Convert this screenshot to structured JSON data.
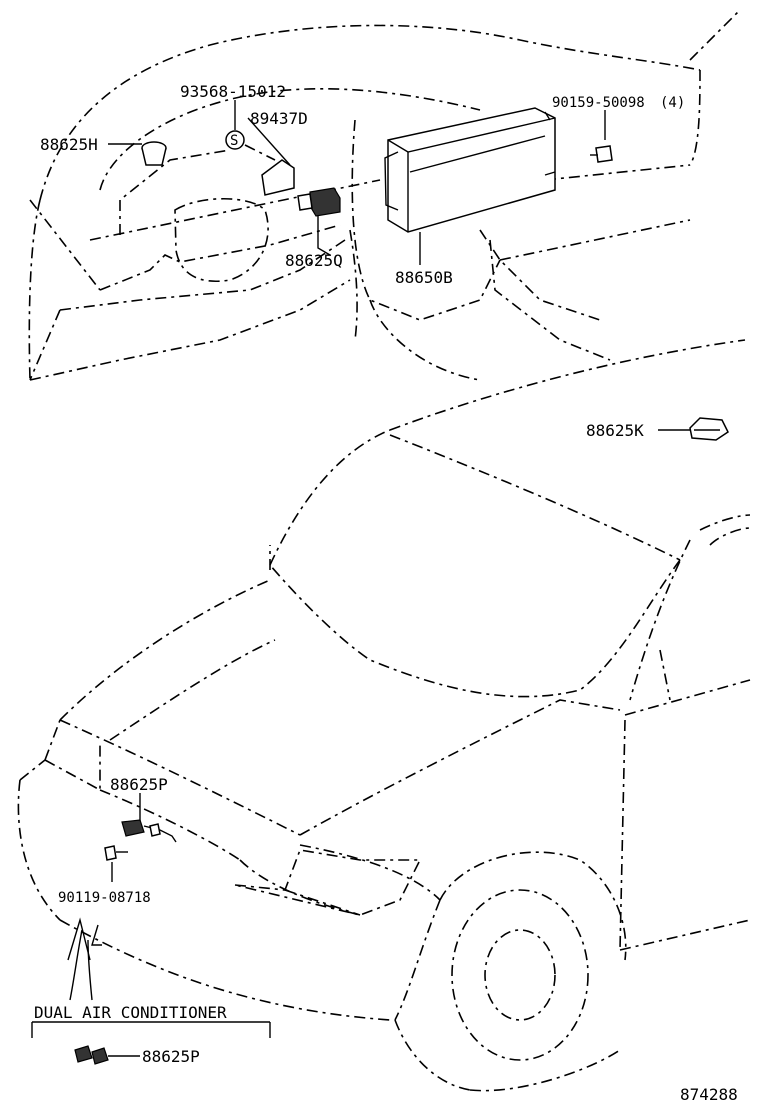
{
  "callouts": {
    "p93568": "93568-15012",
    "p89437d": "89437D",
    "p88625h": "88625H",
    "p88625q": "88625Q",
    "p88650b": "88650B",
    "p90159": "90159-50098",
    "p90159_qty": "(4)",
    "p88625k": "88625K",
    "p88625p_main": "88625P",
    "p90119": "90119-08718",
    "p88625p_dual": "88625P",
    "s_mark": "S"
  },
  "notes": {
    "dual_air": "DUAL AIR CONDITIONER"
  },
  "footer": {
    "diagram_number": "874288"
  }
}
